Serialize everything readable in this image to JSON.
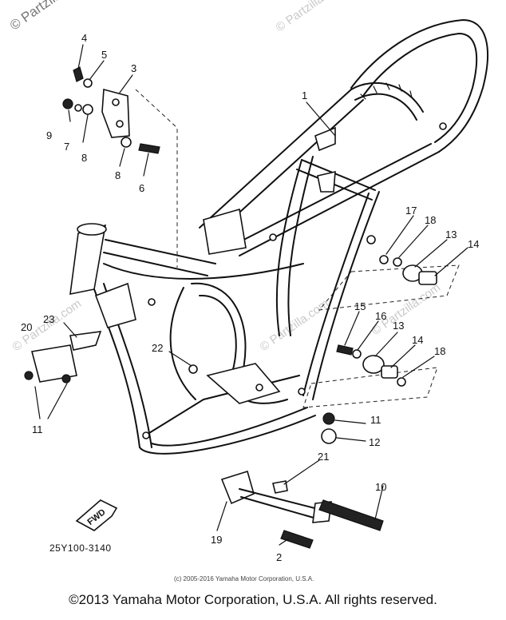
{
  "watermarks": {
    "top_left": "© Partzilla.com",
    "faint": "© Partzilla.com"
  },
  "diagram_code": "25Y100-3140",
  "fwd_label": "FWD",
  "fine_print": "(c) 2005-2016 Yamaha Motor Corporation, U.S.A.",
  "copyright": "©2013 Yamaha Motor Corporation, U.S.A. All rights reserved.",
  "callouts": {
    "c1": "1",
    "c2": "2",
    "c3": "3",
    "c4": "4",
    "c5": "5",
    "c6": "6",
    "c7": "7",
    "c8a": "8",
    "c8b": "8",
    "c9": "9",
    "c10": "10",
    "c11a": "11",
    "c11b": "11",
    "c12": "12",
    "c13a": "13",
    "c13b": "13",
    "c14a": "14",
    "c14b": "14",
    "c15": "15",
    "c16": "16",
    "c17": "17",
    "c18a": "18",
    "c18b": "18",
    "c19": "19",
    "c20": "20",
    "c21": "21",
    "c22": "22",
    "c23": "23"
  },
  "colors": {
    "line": "#111111",
    "watermark": "#c9c9c9",
    "background": "#ffffff"
  }
}
